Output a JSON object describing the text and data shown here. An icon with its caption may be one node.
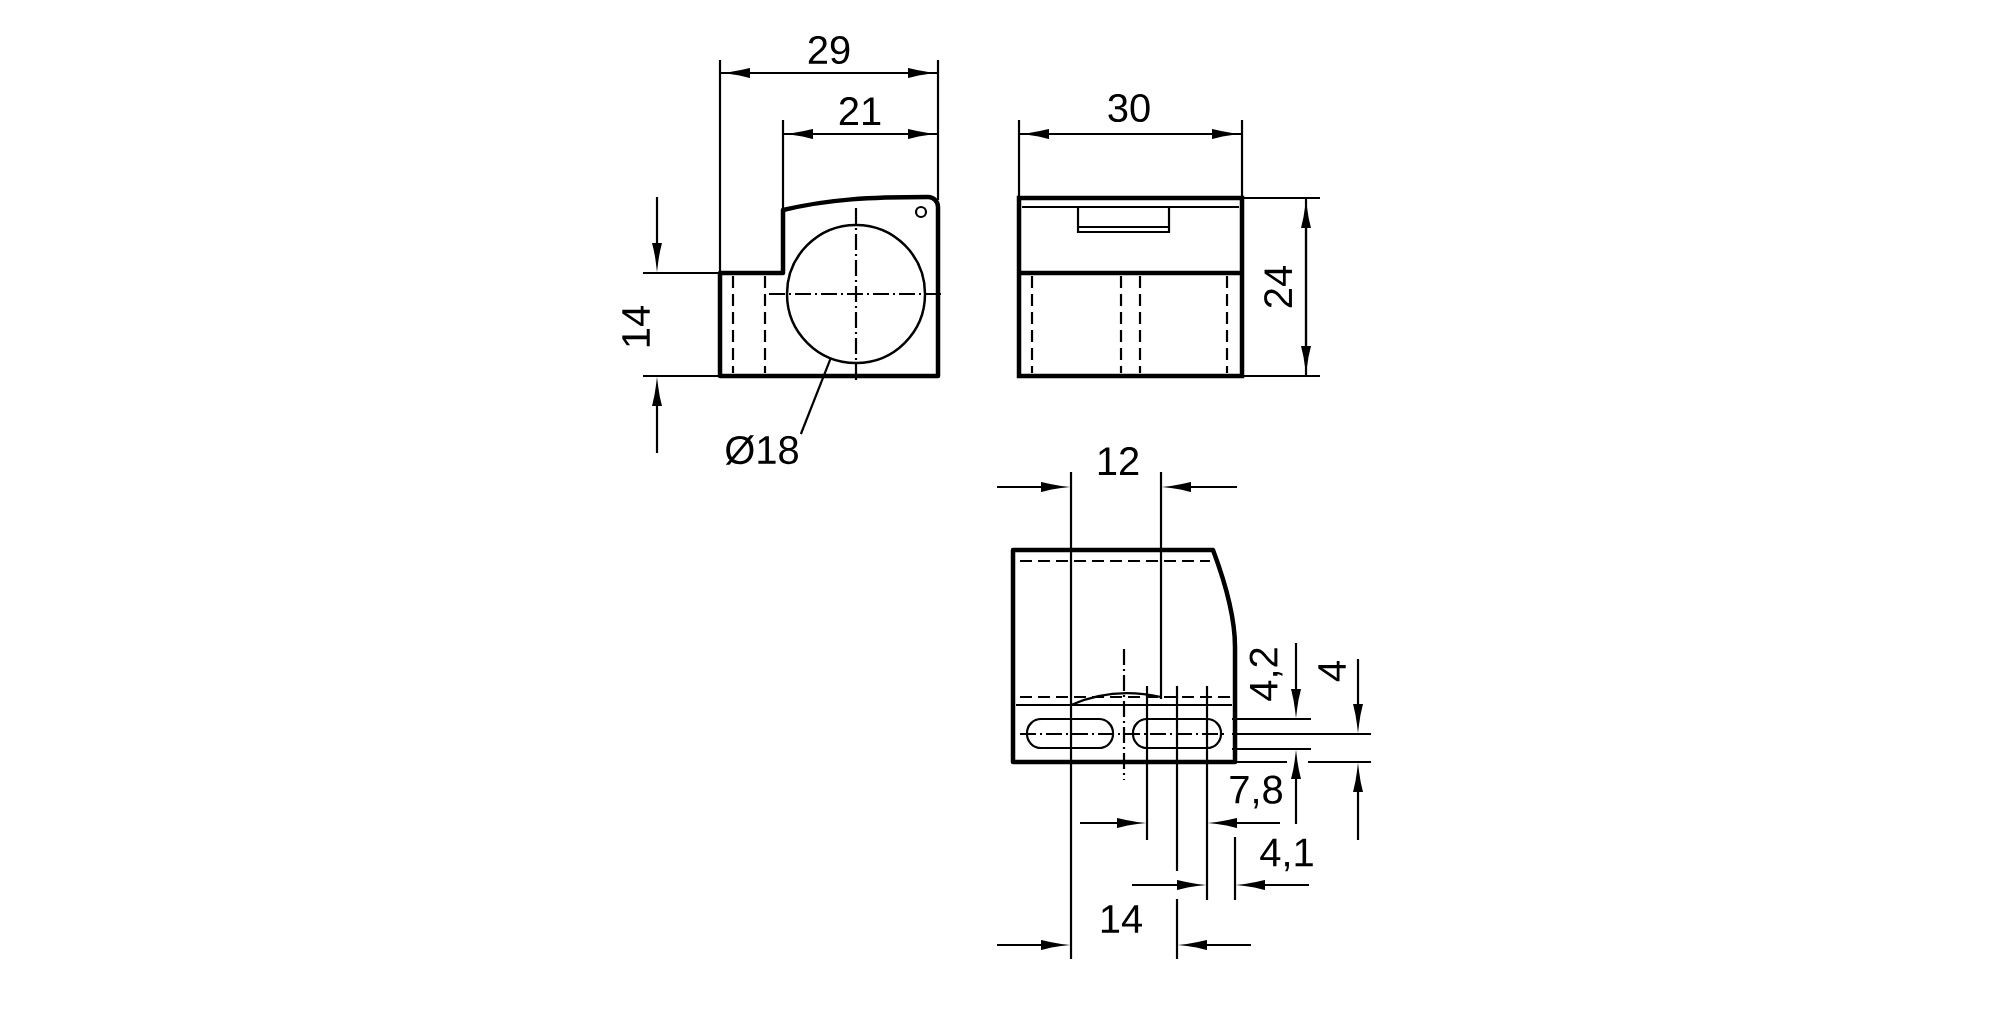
{
  "diagram": {
    "nodes": [
      {
        "text": [
          "Ø18"
        ]
      },
      {
        "text": [],
        "shape": "circle"
      }
    ],
    "edges": [
      {
        "from": 0,
        "to": 1,
        "arrow": "none"
      }
    ],
    "labels": [
      "29",
      "21",
      "30",
      "24",
      "14",
      "12",
      "4,2",
      "4",
      "7,8",
      "4,1",
      "14"
    ]
  }
}
